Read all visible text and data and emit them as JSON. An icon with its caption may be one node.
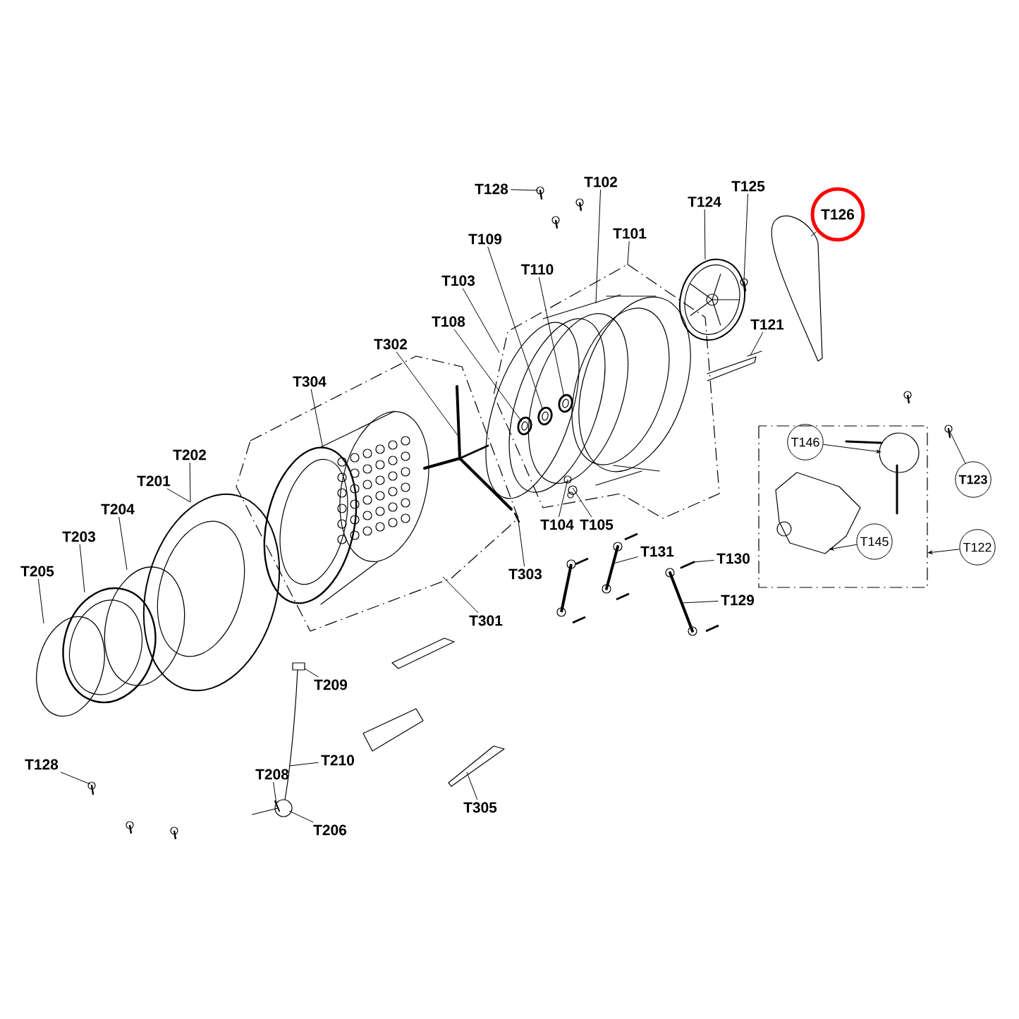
{
  "diagram": {
    "nodes": [
      {
        "text": [
          "T128"
        ]
      },
      {
        "text": [
          "T102"
        ]
      },
      {
        "text": [
          "T125"
        ]
      },
      {
        "text": [
          "T124"
        ]
      },
      {
        "text": [
          "T126"
        ]
      },
      {
        "text": [
          "T101"
        ]
      },
      {
        "text": [
          "T109"
        ]
      },
      {
        "text": [
          "T110"
        ]
      },
      {
        "text": [
          "T103"
        ]
      },
      {
        "text": [
          "T108"
        ]
      },
      {
        "text": [
          "T121"
        ]
      },
      {
        "text": [
          "T302"
        ]
      },
      {
        "text": [
          "T304"
        ]
      },
      {
        "text": [
          "T146"
        ],
        "in": 57
      },
      {
        "text": [
          "T202"
        ]
      },
      {
        "text": [
          "T123"
        ]
      },
      {
        "text": [
          "T201"
        ]
      },
      {
        "text": [
          "T204"
        ]
      },
      {
        "text": [
          "T104"
        ]
      },
      {
        "text": [
          "T105"
        ]
      },
      {
        "text": [
          "T203"
        ]
      },
      {
        "text": [
          "T145"
        ],
        "in": 57
      },
      {
        "text": [
          "T122"
        ]
      },
      {
        "text": [
          "T131"
        ]
      },
      {
        "text": [
          "T130"
        ]
      },
      {
        "text": [
          "T205"
        ]
      },
      {
        "text": [
          "T303"
        ]
      },
      {
        "text": [
          "T129"
        ]
      },
      {
        "text": [
          "T301"
        ]
      },
      {
        "text": [
          "T209"
        ]
      },
      {
        "text": [
          "T128"
        ]
      },
      {
        "text": [
          "T210"
        ]
      },
      {
        "text": [
          "T208"
        ]
      },
      {
        "text": [
          "T206"
        ]
      },
      {
        "text": [
          "T305"
        ]
      },
      {
        "text": [],
        "shape": "box"
      },
      {
        "text": [],
        "shape": "picture",
        "in": 35
      },
      {
        "text": [],
        "shape": "picture",
        "in": 35
      },
      {
        "text": [],
        "shape": "picture",
        "in": 37
      },
      {
        "text": [],
        "shape": "picture",
        "in": 37
      },
      {
        "text": [],
        "shape": "picture",
        "in": 37
      },
      {
        "text": [],
        "shape": "picture",
        "in": 35
      },
      {
        "text": [],
        "shape": "picture",
        "in": 35
      },
      {
        "text": [],
        "shape": "picture"
      },
      {
        "text": [],
        "shape": "picture"
      },
      {
        "text": [],
        "shape": "picture"
      },
      {
        "text": [],
        "shape": "picture"
      },
      {
        "text": [],
        "shape": "box"
      },
      {
        "text": [],
        "shape": "picture",
        "in": 47
      },
      {
        "text": [],
        "shape": "picture",
        "in": 47
      },
      {
        "text": [],
        "shape": "picture"
      },
      {
        "text": [],
        "shape": "picture"
      },
      {
        "text": [],
        "shape": "circle"
      },
      {
        "text": [],
        "shape": "picture"
      },
      {
        "text": [],
        "shape": "circle"
      },
      {
        "text": [],
        "shape": "picture"
      },
      {
        "text": [],
        "shape": "picture"
      },
      {
        "text": [],
        "shape": "box"
      },
      {
        "text": [],
        "shape": "picture",
        "in": 57
      },
      {
        "text": [],
        "shape": "picture",
        "in": 57
      },
      {
        "text": [],
        "shape": "picture"
      },
      {
        "text": [],
        "shape": "picture"
      },
      {
        "text": [],
        "shape": "picture"
      },
      {
        "text": [],
        "shape": "box"
      },
      {
        "text": [],
        "shape": "picture"
      },
      {
        "text": [],
        "shape": "picture"
      },
      {
        "text": [],
        "shape": "picture",
        "in": 67
      },
      {
        "text": [],
        "shape": "picture"
      },
      {
        "text": [],
        "shape": "picture"
      }
    ],
    "edges": [
      {
        "from": 0,
        "to": 55,
        "arrow": "none"
      },
      {
        "from": 1,
        "to": 36,
        "arrow": "none"
      },
      {
        "from": 2,
        "to": 44,
        "arrow": "none"
      },
      {
        "from": 3,
        "to": 43,
        "arrow": "none"
      },
      {
        "from": 4,
        "to": 45,
        "arrow": "none"
      },
      {
        "from": 5,
        "to": 35,
        "arrow": "none"
      },
      {
        "from": 6,
        "to": 39,
        "arrow": "none"
      },
      {
        "from": 7,
        "to": 40,
        "arrow": "none"
      },
      {
        "from": 8,
        "to": 37,
        "arrow": "none"
      },
      {
        "from": 9,
        "to": 38,
        "arrow": "none"
      },
      {
        "from": 10,
        "to": 46,
        "arrow": "none"
      },
      {
        "from": 11,
        "to": 49,
        "arrow": "none"
      },
      {
        "from": 12,
        "to": 48,
        "arrow": "none"
      },
      {
        "from": 13,
        "to": 58,
        "arrow": "to"
      },
      {
        "from": 14,
        "to": 51,
        "arrow": "none"
      },
      {
        "from": 15,
        "to": 56,
        "arrow": "none"
      },
      {
        "from": 16,
        "to": 51,
        "arrow": "none"
      },
      {
        "from": 17,
        "to": 54,
        "arrow": "none"
      },
      {
        "from": 18,
        "to": 41,
        "arrow": "none"
      },
      {
        "from": 19,
        "to": 42,
        "arrow": "none"
      },
      {
        "from": 20,
        "to": 53,
        "arrow": "none"
      },
      {
        "from": 21,
        "to": 59,
        "arrow": "to"
      },
      {
        "from": 22,
        "to": 57,
        "arrow": "to"
      },
      {
        "from": 23,
        "to": 60,
        "arrow": "none"
      },
      {
        "from": 24,
        "to": 61,
        "arrow": "none"
      },
      {
        "from": 25,
        "to": 52,
        "arrow": "none"
      },
      {
        "from": 26,
        "to": 50,
        "arrow": "none"
      },
      {
        "from": 27,
        "to": 62,
        "arrow": "none"
      },
      {
        "from": 28,
        "to": 47,
        "arrow": "none"
      },
      {
        "from": 29,
        "to": 63,
        "arrow": "none"
      },
      {
        "from": 30,
        "to": 64,
        "arrow": "none"
      },
      {
        "from": 31,
        "to": 65,
        "arrow": "none"
      },
      {
        "from": 32,
        "to": 66,
        "arrow": "none"
      },
      {
        "from": 33,
        "to": 67,
        "arrow": "none"
      },
      {
        "from": 34,
        "to": 68,
        "arrow": "none"
      }
    ]
  }
}
